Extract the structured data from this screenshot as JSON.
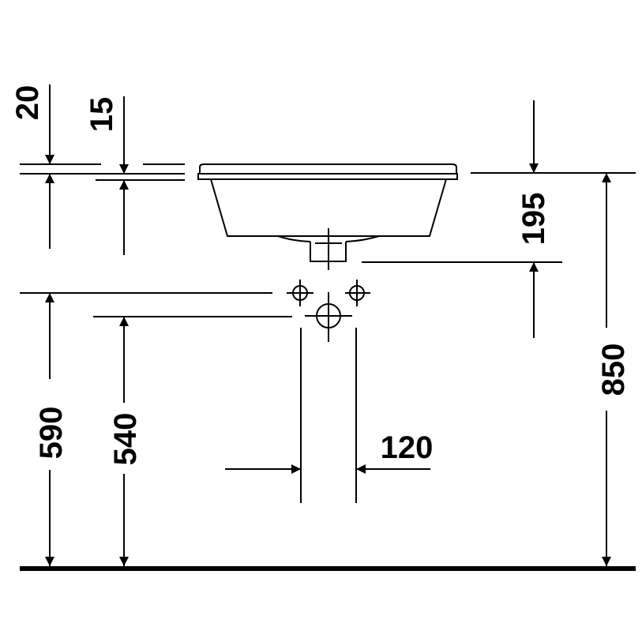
{
  "title": "Washbasin installation dimensions",
  "colors": {
    "line": "#000000",
    "background": "#ffffff"
  },
  "dimensions": {
    "rim_top": "20",
    "rim_lower": "15",
    "basin_depth": "195",
    "total_height": "850",
    "tap_hole_height": "590",
    "waste_height": "540",
    "tap_spacing": "120"
  }
}
